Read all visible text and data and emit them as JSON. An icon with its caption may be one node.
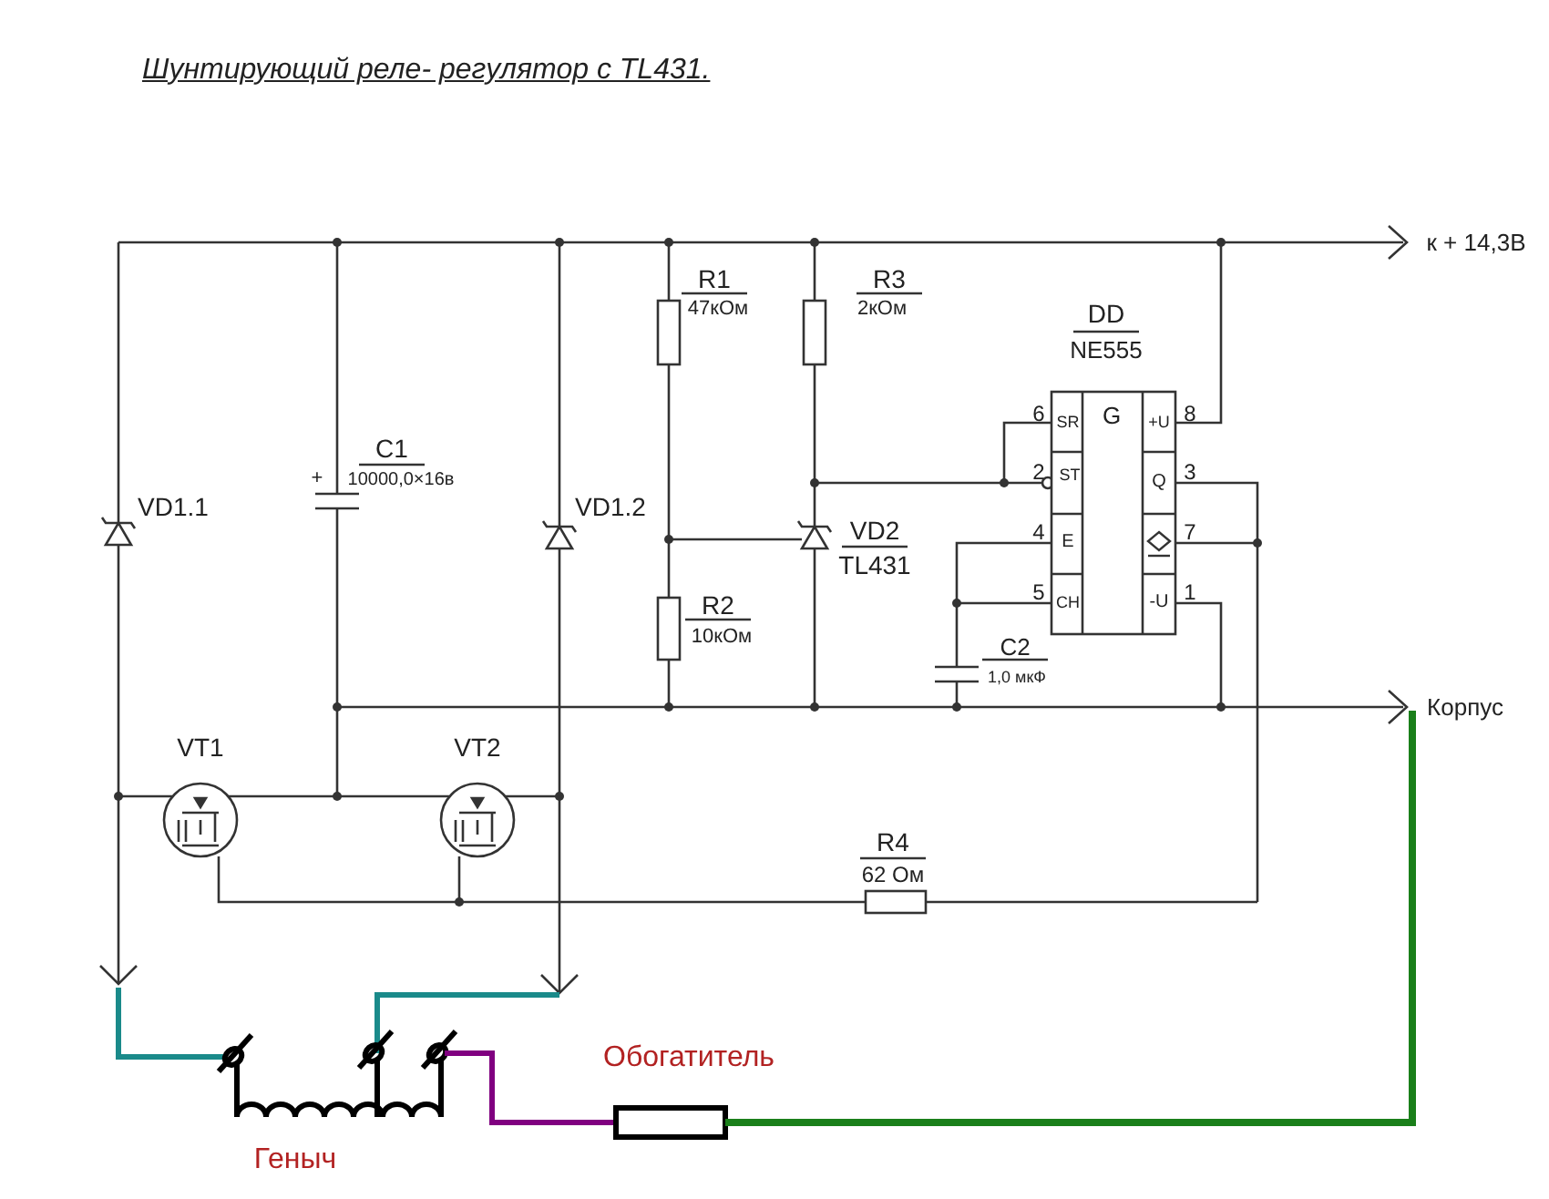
{
  "diagram": {
    "title": "Шунтирующий реле- регулятор с TL431.",
    "labels": [
      "к + 14,3В",
      "R1",
      "47кОм",
      "R3",
      "2кОм",
      "DD",
      "NE555",
      "6",
      "SR",
      "G",
      "+U",
      "8",
      "2",
      "ST",
      "Q",
      "3",
      "C1",
      "10000,0×16в",
      "VD1.1",
      "VD1.2",
      "VD2",
      "TL431",
      "4",
      "E",
      "7",
      "5",
      "CH",
      "-U",
      "1",
      "R2",
      "10кОм",
      "C2",
      "1,0 мкФ",
      "Корпус",
      "VT1",
      "VT2",
      "R4",
      "62 Ом",
      "Обогатитель",
      "Геныч",
      "+"
    ]
  }
}
